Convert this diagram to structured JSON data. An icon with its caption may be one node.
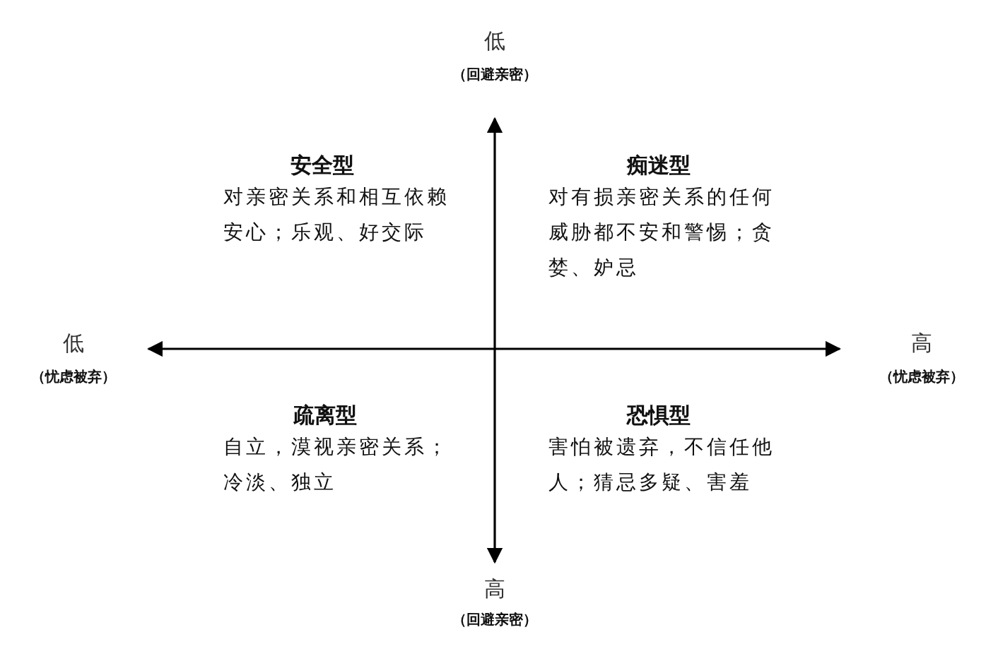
{
  "diagram": {
    "labels": [
      "低",
      "（回避亲密）",
      "安全型",
      "对亲密关系和相互依赖安心；乐观、好交际",
      "痴迷型",
      "对有损亲密关系的任何威胁都不安和警惕；贪婪、妒忌",
      "低",
      "（忧虑被弃）",
      "高",
      "（忧虑被弃）",
      "疏离型",
      "自立，漠视亲密关系；冷淡、独立",
      "恐惧型",
      "害怕被遗弃，不信任他人；猜忌多疑、害羞",
      "高",
      "（回避亲密）"
    ]
  }
}
